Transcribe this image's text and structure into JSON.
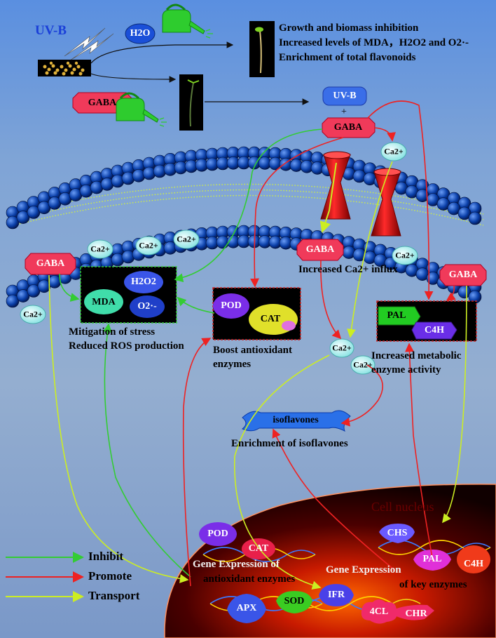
{
  "top": {
    "uvb": "UV-B",
    "h2o": "H2O",
    "gaba_left": "GABA",
    "result_lines": [
      "Growth and biomass inhibition",
      "Increased levels of MDA，H2O2 and O2·-",
      "Enrichment of total flavonoids"
    ],
    "uvb_box": "UV-B",
    "plus": "+",
    "gaba_center": "GABA"
  },
  "membrane": {
    "ca_labels": [
      "Ca2+",
      "Ca2+",
      "Ca2+",
      "Ca2+"
    ],
    "gaba_inside": "GABA",
    "ca_influx": "Increased Ca2+ influx"
  },
  "stress": {
    "gaba": "GABA",
    "ca": "Ca2+",
    "mda": "MDA",
    "h2o2": "H2O2",
    "o2": "O2·-",
    "caption_lines": [
      "Mitigation of stress",
      "Reduced ROS production"
    ]
  },
  "antioxidant": {
    "pod": "POD",
    "cat": "CAT",
    "caption_lines": [
      "Boost antioxidant",
      "enzymes"
    ]
  },
  "metabolic": {
    "gaba": "GABA",
    "ca": "Ca2+",
    "ca_left": "Ca2+",
    "ca_bottom": "Ca2+",
    "pal": "PAL",
    "c4h": "C4H",
    "caption_lines": [
      "Increased metabolic",
      "enzyme activity"
    ]
  },
  "isoflavones": {
    "label": "isoflavones",
    "caption": "Enrichment of isoflavones"
  },
  "nucleus": {
    "label": "Cell nucleus",
    "left_enzymes": [
      "POD",
      "CAT",
      "APX",
      "SOD"
    ],
    "left_caption": [
      "Gene Expression of",
      "antioxidant enzymes"
    ],
    "right_enzymes": [
      "CHS",
      "PAL",
      "C4H",
      "IFR",
      "4CL",
      "CHR"
    ],
    "right_caption": [
      "Gene Expression",
      "of  key enzymes"
    ]
  },
  "legend": [
    {
      "label": "Inhibit",
      "color": "#33cc33"
    },
    {
      "label": "Promote",
      "color": "#ee2222"
    },
    {
      "label": "Transport",
      "color": "#ccee22"
    }
  ]
}
